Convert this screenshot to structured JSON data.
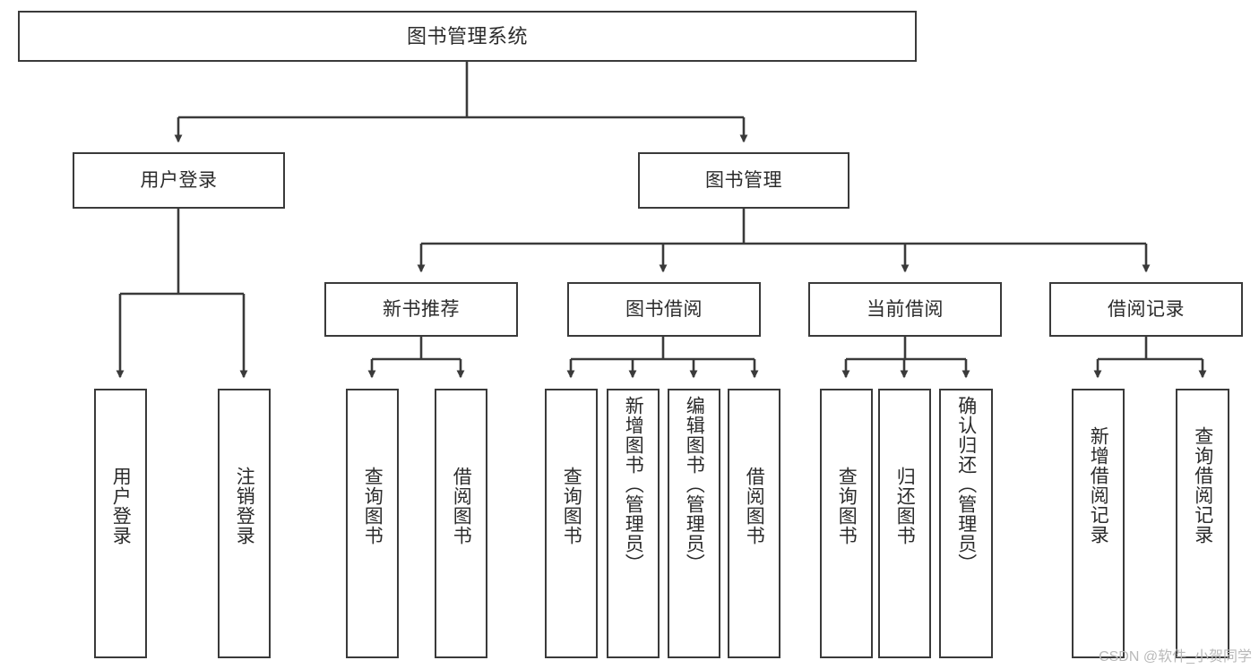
{
  "diagram": {
    "title": "图书管理系统",
    "type": "tree-hierarchy",
    "orientation": "top-down",
    "colors": {
      "box_stroke": "#3a3a3a",
      "box_fill": "#ffffff",
      "connector": "#3a3a3a",
      "text": "#2b2b2b",
      "watermark": "#b9b9b9",
      "background": "#ffffff"
    },
    "root": {
      "label": "图书管理系统"
    },
    "level2": [
      {
        "label": "用户登录"
      },
      {
        "label": "图书管理"
      }
    ],
    "level3": [
      {
        "label": "新书推荐"
      },
      {
        "label": "图书借阅"
      },
      {
        "label": "当前借阅"
      },
      {
        "label": "借阅记录"
      }
    ],
    "leaves": {
      "user_login": [
        {
          "label": "用户登录"
        },
        {
          "label": "注销登录"
        }
      ],
      "new_book_recommend": [
        {
          "label": "查询图书"
        },
        {
          "label": "借阅图书"
        }
      ],
      "book_borrow": [
        {
          "label": "查询图书"
        },
        {
          "label": "新增图书（管理员）"
        },
        {
          "label": "编辑图书（管理员）"
        },
        {
          "label": "借阅图书"
        }
      ],
      "current_borrow": [
        {
          "label": "查询图书"
        },
        {
          "label": "归还图书"
        },
        {
          "label": "确认归还（管理员）"
        }
      ],
      "borrow_record": [
        {
          "label": "新增借阅记录"
        },
        {
          "label": "查询借阅记录"
        }
      ]
    }
  },
  "watermark": {
    "text": "CSDN @软件_小贺同学"
  }
}
